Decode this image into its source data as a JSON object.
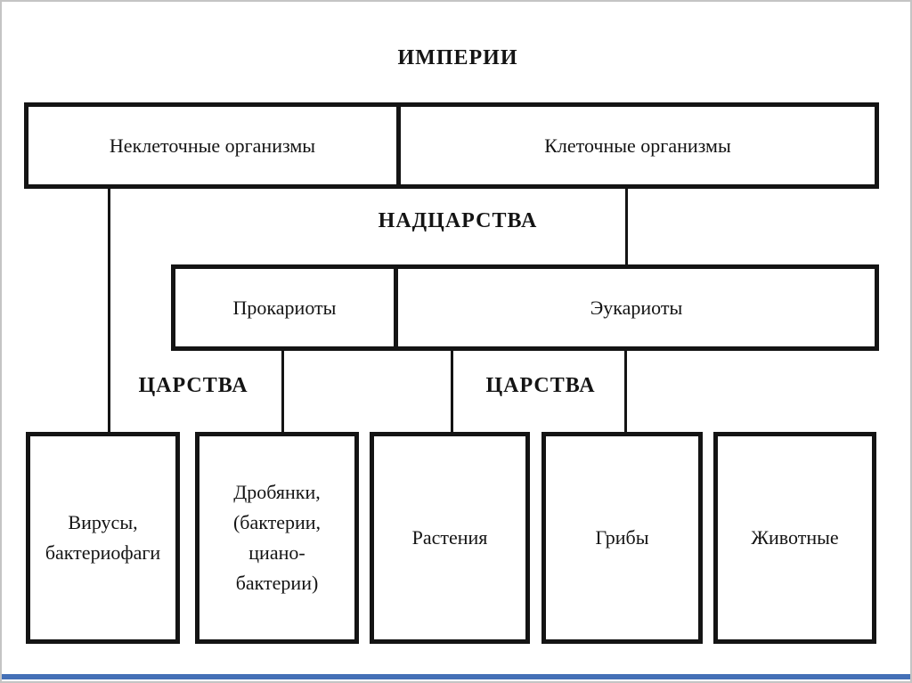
{
  "colors": {
    "accent": "#4470b7",
    "line": "#141414",
    "frame": "#c4c4c4"
  },
  "diagram": {
    "title": "ИМПЕРИИ",
    "empires_row": [
      "Неклеточные организмы",
      "Клеточные организмы"
    ],
    "superkingdoms_label": "НАДЦАРСТВА",
    "superkingdoms_row": [
      "Прокариоты",
      "Эукариоты"
    ],
    "kingdoms_label_left": "ЦАРСТВА",
    "kingdoms_label_center": "ЦАРСТВА",
    "kingdoms": [
      "Вирусы,\nбактериофаги",
      "Дробянки,\n(бактерии,\nциано-\nбактерии)",
      "Растения",
      "Грибы",
      "Животные"
    ]
  }
}
